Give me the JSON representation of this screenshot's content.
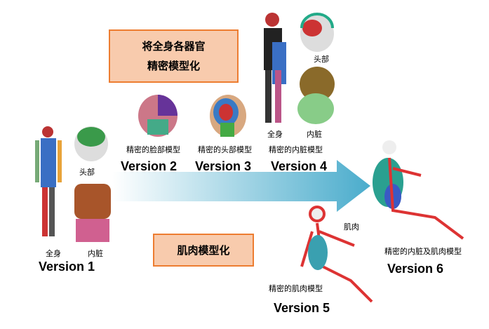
{
  "box_top": {
    "line1": "将全身各器官",
    "line2": "精密模型化"
  },
  "box_bottom": {
    "label": "肌肉模型化"
  },
  "v1": {
    "head": "头部",
    "body": "全身",
    "organs": "内脏",
    "version": "Version 1"
  },
  "v2": {
    "caption": "精密的脸部模型",
    "version": "Version 2"
  },
  "v3": {
    "caption": "精密的头部模型",
    "version": "Version 3"
  },
  "v4": {
    "head": "头部",
    "body": "全身",
    "organs": "内脏",
    "caption": "精密的内脏模型",
    "version": "Version 4"
  },
  "v5": {
    "muscle": "肌肉",
    "caption": "精密的肌肉模型",
    "version": "Version 5"
  },
  "v6": {
    "caption": "精密的内脏及肌肉模型",
    "version": "Version 6"
  },
  "colors": {
    "box_fill": "#f8cbad",
    "box_border": "#ed7d31",
    "arrow": "#4aaccc"
  }
}
